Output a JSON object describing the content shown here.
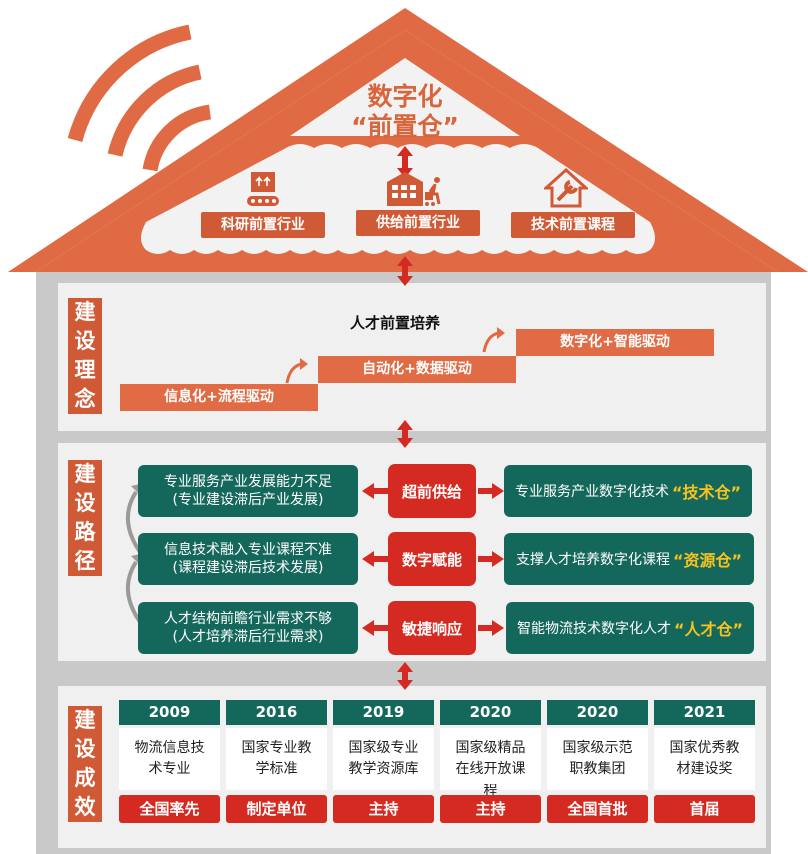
{
  "roof": {
    "title_line1": "数字化",
    "title_line2": "“前置仓”",
    "buttons": [
      {
        "label": "科研前置行业",
        "icon": "conveyor-box-icon"
      },
      {
        "label": "供给前置行业",
        "icon": "warehouse-cart-icon"
      },
      {
        "label": "技术前置课程",
        "icon": "house-wrench-icon"
      }
    ]
  },
  "concept": {
    "label_chars": [
      "建",
      "设",
      "理",
      "念"
    ],
    "top_label": "人才前置培养",
    "steps": [
      "信息化+流程驱动",
      "自动化+数据驱动",
      "数字化+智能驱动"
    ]
  },
  "path": {
    "label_chars": [
      "建",
      "设",
      "路",
      "径"
    ],
    "rows": [
      {
        "problem_line1": "专业服务产业发展能力不足",
        "problem_line2": "(专业建设滞后产业发展)",
        "action": "超前供给",
        "result": "专业服务产业数字化技术",
        "highlight": "“技术仓”"
      },
      {
        "problem_line1": "信息技术融入专业课程不准",
        "problem_line2": "(课程建设滞后技术发展)",
        "action": "数字赋能",
        "result": "支撑人才培养数字化课程",
        "highlight": "“资源仓”"
      },
      {
        "problem_line1": "人才结构前瞻行业需求不够",
        "problem_line2": "(人才培养滞后行业需求)",
        "action": "敏捷响应",
        "result": "智能物流技术数字化人才",
        "highlight": "“人才仓”"
      }
    ]
  },
  "results": {
    "label_chars": [
      "建",
      "设",
      "成",
      "效"
    ],
    "columns": [
      {
        "year": "2009",
        "line1": "物流信息技",
        "line2": "术专业",
        "tag": "全国率先"
      },
      {
        "year": "2016",
        "line1": "国家专业教",
        "line2": "学标准",
        "tag": "制定单位"
      },
      {
        "year": "2019",
        "line1": "国家级专业",
        "line2": "教学资源库",
        "tag": "主持"
      },
      {
        "year": "2020",
        "line1": "国家级精品",
        "line2": "在线开放课",
        "line3": "程",
        "tag": "主持"
      },
      {
        "year": "2020",
        "line1": "国家级示范",
        "line2": "职教集团",
        "tag": "全国首批"
      },
      {
        "year": "2021",
        "line1": "国家优秀教",
        "line2": "材建设奖",
        "tag": "首届"
      }
    ]
  },
  "colors": {
    "roof": "#df6a43",
    "green": "#14685b",
    "red": "#d42a22",
    "highlight": "#f7c21e",
    "panel": "#ededed",
    "wall": "#c9c9c9"
  }
}
